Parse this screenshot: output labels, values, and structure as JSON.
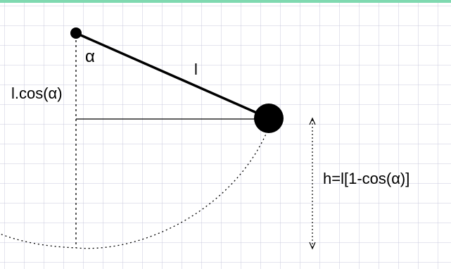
{
  "labels": {
    "angle": "α",
    "length": "l",
    "vertical_component": "l.cos(α)",
    "height": "h=l[1-cos(α)]"
  },
  "colors": {
    "background": "#ffffff",
    "grid": "#c9c9dc",
    "top_border": "#7fd9b0",
    "ink": "#000000"
  }
}
